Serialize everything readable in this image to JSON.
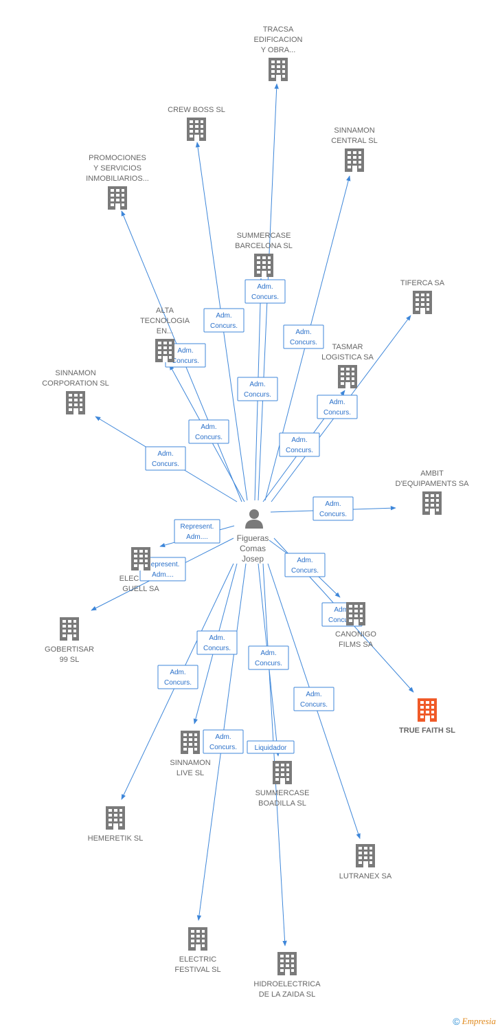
{
  "center": {
    "label": [
      "Figueras",
      "Comas",
      "Josep"
    ]
  },
  "companies": [
    {
      "id": "tracsa",
      "label": [
        "TRACSA",
        "EDIFICACION",
        "Y OBRA..."
      ]
    },
    {
      "id": "crewboss",
      "label": [
        "CREW BOSS SL"
      ]
    },
    {
      "id": "sinnamon_central",
      "label": [
        "SINNAMON",
        "CENTRAL SL"
      ]
    },
    {
      "id": "promociones",
      "label": [
        "PROMOCIONES",
        "Y SERVICIOS",
        "INMOBILIARIOS..."
      ]
    },
    {
      "id": "summercase_bcn",
      "label": [
        "SUMMERCASE",
        "BARCELONA SL"
      ]
    },
    {
      "id": "tiferca",
      "label": [
        "TIFERCA SA"
      ]
    },
    {
      "id": "alta",
      "label": [
        "ALTA",
        "TECNOLOGIA",
        "EN..."
      ]
    },
    {
      "id": "tasmar",
      "label": [
        "TASMAR",
        "LOGISTICA SA"
      ]
    },
    {
      "id": "sinnamon_corp",
      "label": [
        "SINNAMON",
        "CORPORATION SL"
      ]
    },
    {
      "id": "ambit",
      "label": [
        "AMBIT",
        "D'EQUIPAMENTS SA"
      ]
    },
    {
      "id": "elec_guell",
      "label": [
        "ELEC",
        "GUELL SA"
      ]
    },
    {
      "id": "canonigo",
      "label": [
        "CANONIGO",
        "FILMS SA"
      ]
    },
    {
      "id": "gobertisar",
      "label": [
        "GOBERTISAR",
        "99 SL"
      ]
    },
    {
      "id": "true_faith",
      "label": [
        "TRUE FAITH SL"
      ]
    },
    {
      "id": "sinnamon_live",
      "label": [
        "SINNAMON",
        "LIVE SL"
      ]
    },
    {
      "id": "summercase_boadilla",
      "label": [
        "SUMMERCASE",
        "BOADILLA SL"
      ]
    },
    {
      "id": "hemeretik",
      "label": [
        "HEMERETIK SL"
      ]
    },
    {
      "id": "lutranex",
      "label": [
        "LUTRANEX SA"
      ]
    },
    {
      "id": "electric_festival",
      "label": [
        "ELECTRIC",
        "FESTIVAL SL"
      ]
    },
    {
      "id": "hidroelectrica",
      "label": [
        "HIDROELECTRICA",
        "DE LA ZAIDA SL"
      ]
    }
  ],
  "edges": [
    {
      "to": "tracsa",
      "label": [
        "Adm.",
        "Concurs."
      ]
    },
    {
      "to": "crewboss",
      "label": [
        "Adm.",
        "Concurs."
      ]
    },
    {
      "to": "sinnamon_central",
      "label": [
        "Adm.",
        "Concurs."
      ]
    },
    {
      "to": "promociones",
      "label": [
        "Adm.",
        "Concurs."
      ]
    },
    {
      "to": "summercase_bcn",
      "label": [
        "Adm.",
        "Concurs."
      ]
    },
    {
      "to": "tiferca",
      "label": [
        "Adm.",
        "Concurs."
      ]
    },
    {
      "to": "alta",
      "label": [
        "Adm.",
        "Concurs."
      ]
    },
    {
      "to": "tasmar",
      "label": [
        "Adm.",
        "Concurs."
      ]
    },
    {
      "to": "sinnamon_corp",
      "label": [
        "Adm.",
        "Concurs."
      ]
    },
    {
      "to": "ambit",
      "label": [
        "Adm.",
        "Concurs."
      ]
    },
    {
      "to": "elec_guell",
      "label": [
        "Represent.",
        "Adm...."
      ]
    },
    {
      "to": "gobertisar",
      "label": [
        "Represent.",
        "Adm...."
      ]
    },
    {
      "to": "canonigo",
      "label": [
        "Adm.",
        "Concurs."
      ]
    },
    {
      "to": "true_faith",
      "label": [
        "Adm.",
        "Concurs."
      ]
    },
    {
      "to": "sinnamon_live",
      "label": [
        "Adm.",
        "Concurs."
      ]
    },
    {
      "to": "summercase_boadilla",
      "label": [
        "Adm.",
        "Concurs."
      ]
    },
    {
      "to": "hemeretik",
      "label": [
        "Adm.",
        "Concurs."
      ]
    },
    {
      "to": "lutranex",
      "label": [
        "Adm.",
        "Concurs."
      ]
    },
    {
      "to": "electric_festival",
      "label": [
        "Adm.",
        "Concurs."
      ]
    },
    {
      "to": "hidroelectrica",
      "label": [
        "Liquidador"
      ]
    }
  ],
  "colors": {
    "edge": "#3d86d9",
    "node": "#7a7a7a",
    "highlight": "#f05a28",
    "person": "#7a7a7a"
  },
  "footer": {
    "copyright": "©",
    "brand": "Empresia"
  }
}
